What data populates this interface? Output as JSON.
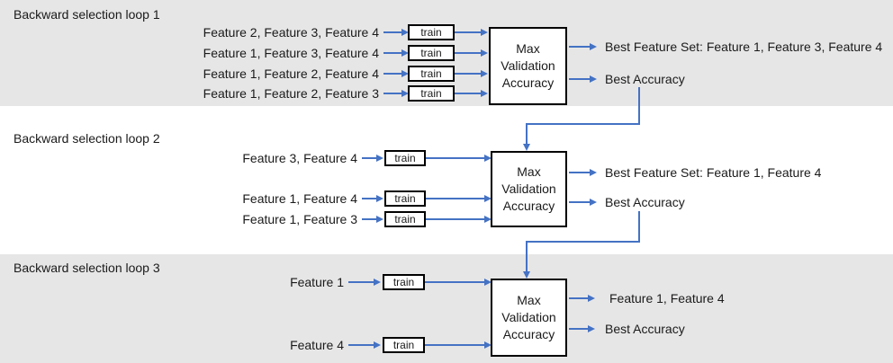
{
  "colors": {
    "band_gray": "#e7e6e6",
    "band_white": "#ffffff",
    "arrow_blue": "#4472c4",
    "box_border": "#000000",
    "box_fill": "#ffffff",
    "text": "#1a1a1a"
  },
  "loops": [
    {
      "label": "Backward selection loop 1",
      "inputs": [
        "Feature 2, Feature 3, Feature 4",
        "Feature 1, Feature 3, Feature 4",
        "Feature 1, Feature 2, Feature 4",
        "Feature 1, Feature 2, Feature 3"
      ],
      "train_label": "train",
      "box": [
        "Max",
        "Validation",
        "Accuracy"
      ],
      "outputs": [
        "Best Feature Set: Feature 1, Feature 3, Feature 4",
        "Best Accuracy"
      ]
    },
    {
      "label": "Backward selection loop 2",
      "inputs": [
        "Feature 3, Feature 4",
        "Feature 1, Feature 4",
        "Feature 1, Feature 3"
      ],
      "train_label": "train",
      "box": [
        "Max",
        "Validation",
        "Accuracy"
      ],
      "outputs": [
        "Best Feature Set: Feature 1, Feature 4",
        "Best Accuracy"
      ]
    },
    {
      "label": "Backward selection loop 3",
      "inputs": [
        "Feature 1",
        "Feature 4"
      ],
      "train_label": "train",
      "box": [
        "Max",
        "Validation",
        "Accuracy"
      ],
      "outputs": [
        "Feature 1, Feature 4",
        "Best Accuracy"
      ]
    }
  ]
}
